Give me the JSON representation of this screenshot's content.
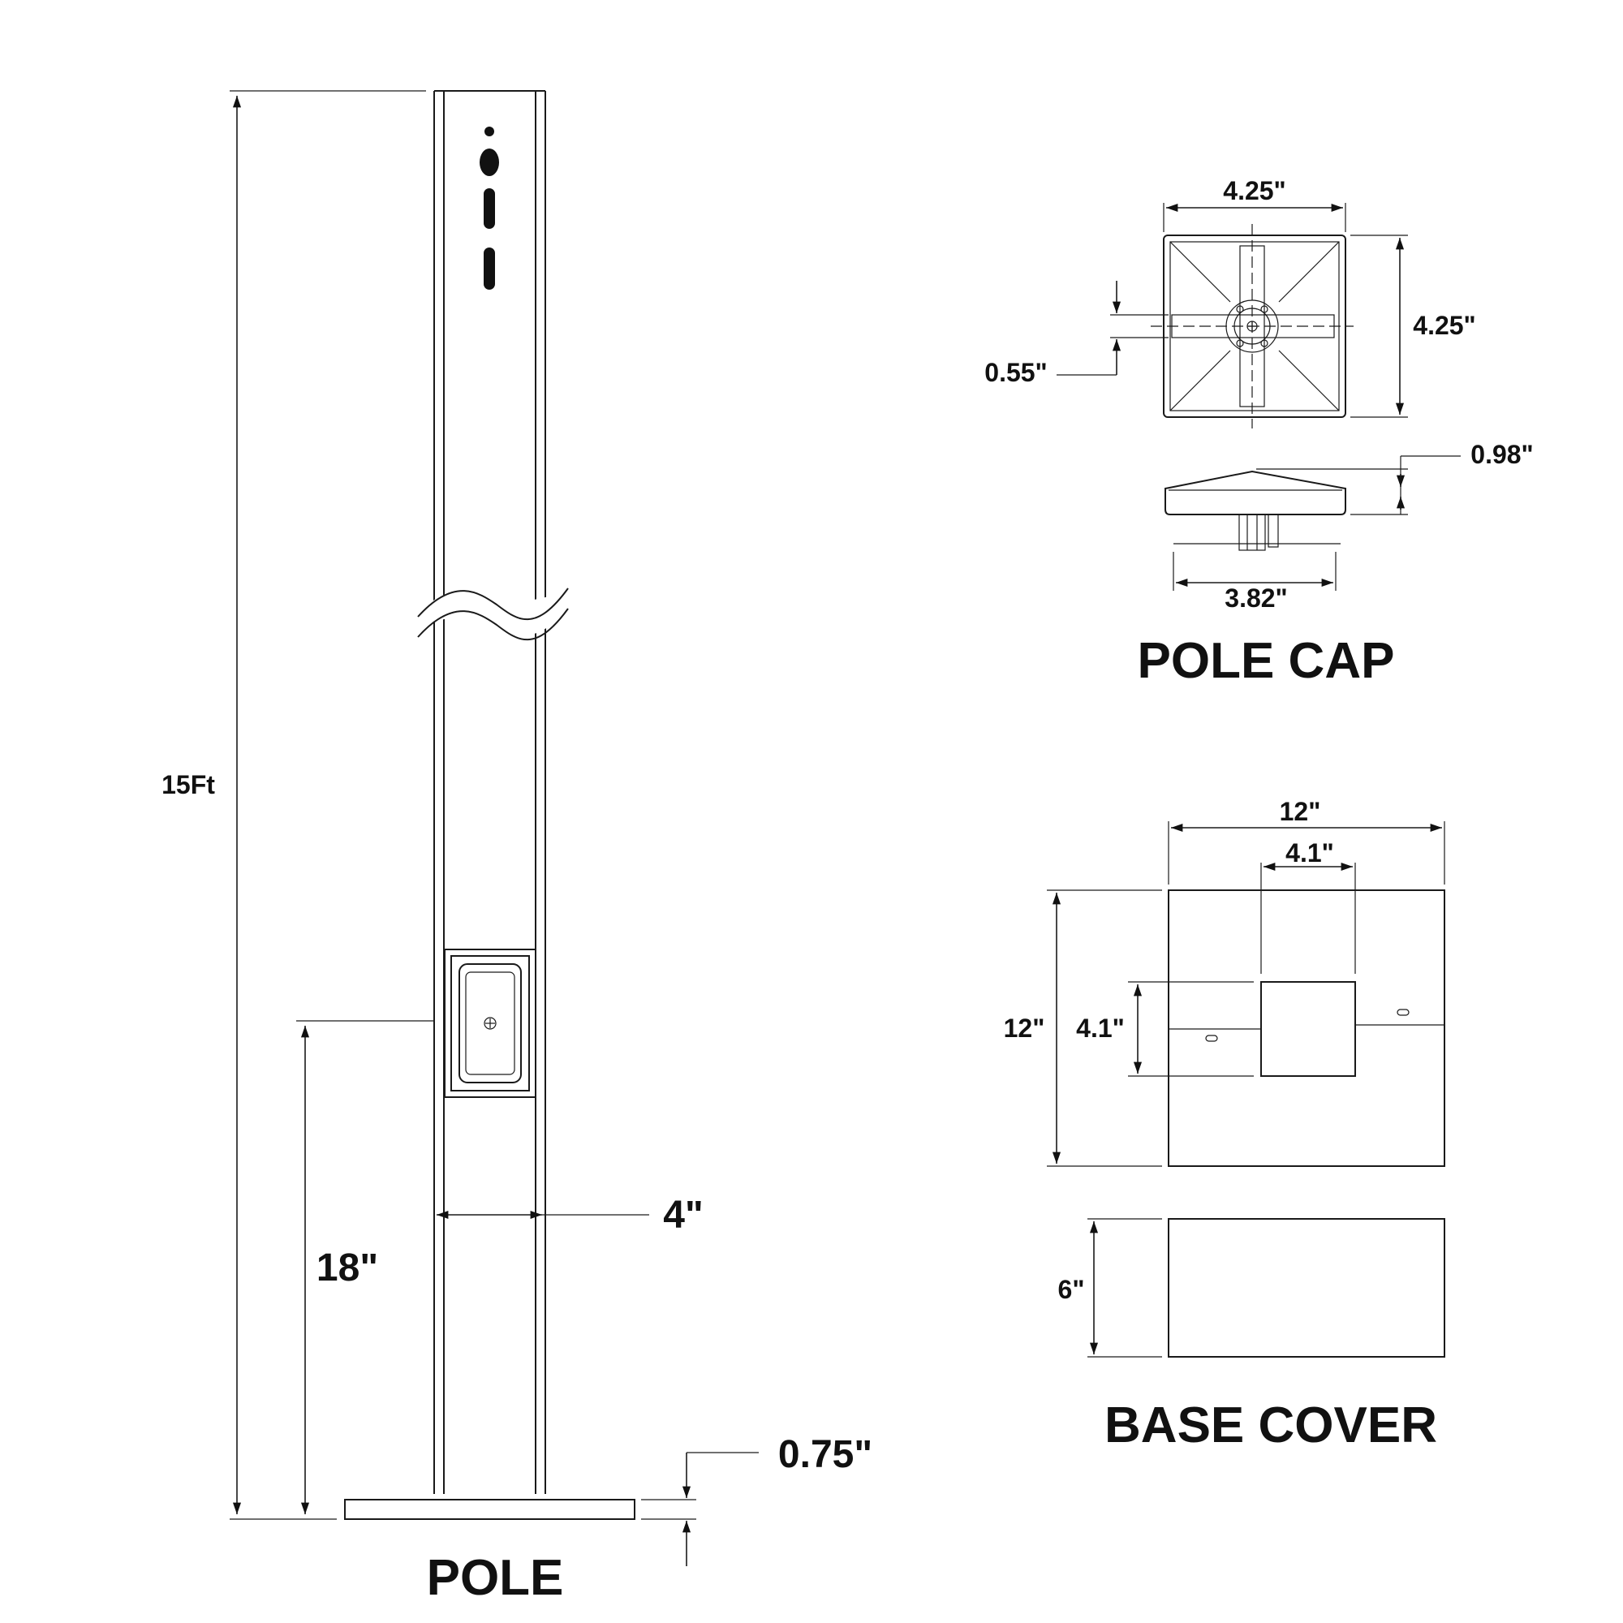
{
  "pole": {
    "title": "POLE",
    "height_label": "15Ft",
    "handhole_height_label": "18\"",
    "width_label": "4\"",
    "base_thickness_label": "0.75\""
  },
  "pole_cap": {
    "title": "POLE CAP",
    "top_width_label": "4.25\"",
    "side_height_label": "4.25\"",
    "slot_label": "0.55\"",
    "profile_height_label": "0.98\"",
    "bottom_width_label": "3.82\""
  },
  "base_cover": {
    "title": "BASE COVER",
    "width_label": "12\"",
    "inner_width_label": "4.1\"",
    "height_label": "12\"",
    "inner_height_label": "4.1\"",
    "side_height_label": "6\""
  }
}
